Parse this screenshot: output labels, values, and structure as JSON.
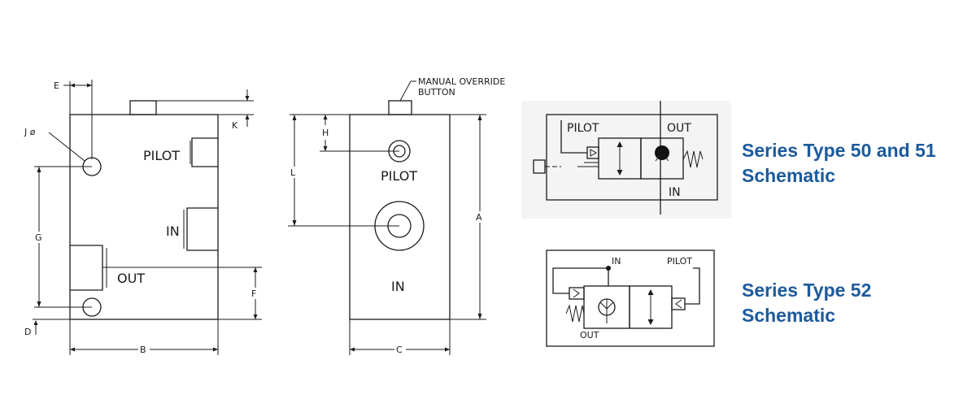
{
  "drawing": {
    "labels": {
      "manual_override_line1": "MANUAL OVERRIDE",
      "manual_override_line2": "BUTTON",
      "pilot": "PILOT",
      "in": "IN",
      "out": "OUT",
      "dim_a": "A",
      "dim_b": "B",
      "dim_c": "C",
      "dim_d": "D",
      "dim_e": "E",
      "dim_f": "F",
      "dim_g": "G",
      "dim_h": "H",
      "dim_j": "J ø",
      "dim_k": "K",
      "dim_l": "L"
    }
  },
  "schematic_50_51": {
    "pilot": "PILOT",
    "out": "OUT",
    "in": "IN",
    "caption_line1": "Series Type 50 and 51",
    "caption_line2": "Schematic"
  },
  "schematic_52": {
    "in": "IN",
    "pilot": "PILOT",
    "out": "OUT",
    "caption_line1": "Series Type 52",
    "caption_line2": "Schematic"
  },
  "colors": {
    "caption": "#1c5a9c",
    "line": "#1a1a1a",
    "schematic_bg": "#f4f4f4"
  }
}
